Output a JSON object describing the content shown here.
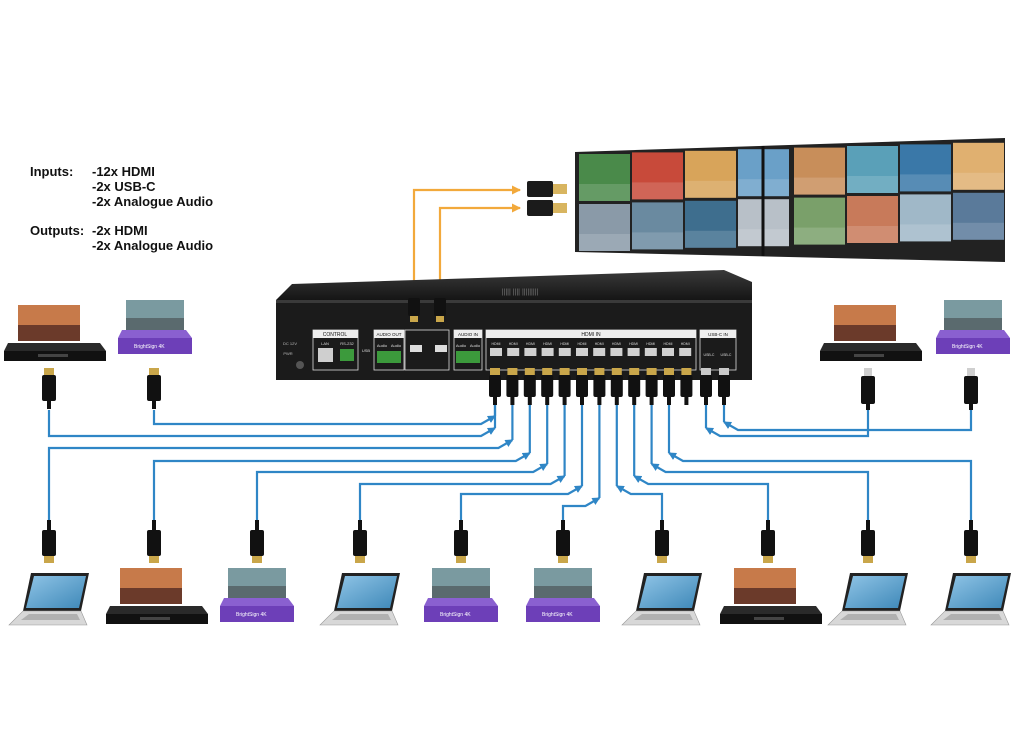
{
  "specs": {
    "inputs_label": "Inputs:",
    "inputs": [
      "-12x HDMI",
      "-2x USB-C",
      "-2x Analogue Audio"
    ],
    "outputs_label": "Outputs:",
    "outputs": [
      "-2x HDMI",
      "-2x Analogue Audio"
    ]
  },
  "device": {
    "panel_labels": {
      "control": "CONTROL",
      "audio_out": "AUDIO OUT",
      "audio_in": "AUDIO IN",
      "hdmi_in": "HDMI IN",
      "usbc_in": "USB-C IN",
      "lan": "LAN",
      "rs232": "RS-232",
      "usb": "USB",
      "power": "DC 12V",
      "pwr": "PWR",
      "audio": "Audio",
      "hdmi": "HDMI",
      "usbc": "USB-C"
    }
  },
  "brand": "BrightSign 4K",
  "colors": {
    "cable_blue": "#2f86c6",
    "hdmi_out_cable": "#f2a93b",
    "device_body": "#1b1b1b",
    "player_purple": "#6d3fb8"
  },
  "sources": {
    "top_left": [
      "bluray-player",
      "media-player"
    ],
    "top_right": [
      "bluray-player",
      "media-player"
    ],
    "bottom": [
      "laptop",
      "bluray-player",
      "media-player",
      "laptop",
      "media-player",
      "media-player",
      "laptop",
      "bluray-player",
      "laptop",
      "laptop"
    ]
  }
}
